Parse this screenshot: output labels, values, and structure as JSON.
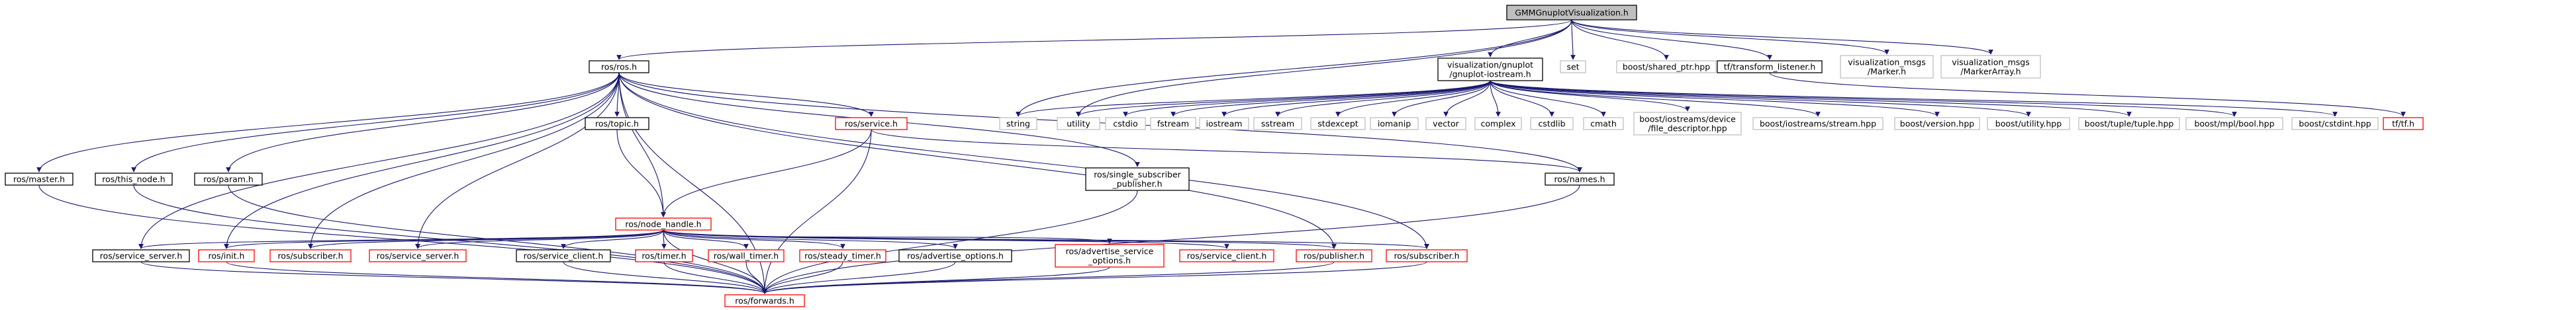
{
  "graph": {
    "nodes": [
      {
        "id": "root",
        "lines": [
          "GMMGnuplotVisualization.h"
        ],
        "status": "root"
      },
      {
        "id": "ros_ros",
        "lines": [
          "ros/ros.h"
        ],
        "status": "normal"
      },
      {
        "id": "gnuplot",
        "lines": [
          "visualization/gnuplot",
          "/gnuplot-iostream.h"
        ],
        "status": "normal"
      },
      {
        "id": "set",
        "lines": [
          "set"
        ],
        "status": "external"
      },
      {
        "id": "boost_shared_ptr",
        "lines": [
          "boost/shared_ptr.hpp"
        ],
        "status": "external"
      },
      {
        "id": "tf_listener",
        "lines": [
          "tf/transform_listener.h"
        ],
        "status": "normal"
      },
      {
        "id": "vis_marker",
        "lines": [
          "visualization_msgs",
          "/Marker.h"
        ],
        "status": "external"
      },
      {
        "id": "vis_markerarray",
        "lines": [
          "visualization_msgs",
          "/MarkerArray.h"
        ],
        "status": "external"
      },
      {
        "id": "ros_topic",
        "lines": [
          "ros/topic.h"
        ],
        "status": "normal"
      },
      {
        "id": "ros_service",
        "lines": [
          "ros/service.h"
        ],
        "status": "missing"
      },
      {
        "id": "string",
        "lines": [
          "string"
        ],
        "status": "external"
      },
      {
        "id": "utility",
        "lines": [
          "utility"
        ],
        "status": "external"
      },
      {
        "id": "cstdio",
        "lines": [
          "cstdio"
        ],
        "status": "external"
      },
      {
        "id": "fstream",
        "lines": [
          "fstream"
        ],
        "status": "external"
      },
      {
        "id": "iostream",
        "lines": [
          "iostream"
        ],
        "status": "external"
      },
      {
        "id": "sstream",
        "lines": [
          "sstream"
        ],
        "status": "external"
      },
      {
        "id": "stdexcept",
        "lines": [
          "stdexcept"
        ],
        "status": "external"
      },
      {
        "id": "iomanip",
        "lines": [
          "iomanip"
        ],
        "status": "external"
      },
      {
        "id": "vector",
        "lines": [
          "vector"
        ],
        "status": "external"
      },
      {
        "id": "complex",
        "lines": [
          "complex"
        ],
        "status": "external"
      },
      {
        "id": "cstdlib",
        "lines": [
          "cstdlib"
        ],
        "status": "external"
      },
      {
        "id": "cmath",
        "lines": [
          "cmath"
        ],
        "status": "external"
      },
      {
        "id": "boost_fd",
        "lines": [
          "boost/iostreams/device",
          "/file_descriptor.hpp"
        ],
        "status": "external"
      },
      {
        "id": "boost_stream",
        "lines": [
          "boost/iostreams/stream.hpp"
        ],
        "status": "external"
      },
      {
        "id": "boost_version",
        "lines": [
          "boost/version.hpp"
        ],
        "status": "external"
      },
      {
        "id": "boost_utility",
        "lines": [
          "boost/utility.hpp"
        ],
        "status": "external"
      },
      {
        "id": "boost_tuple",
        "lines": [
          "boost/tuple/tuple.hpp"
        ],
        "status": "external"
      },
      {
        "id": "boost_mpl_bool",
        "lines": [
          "boost/mpl/bool.hpp"
        ],
        "status": "external"
      },
      {
        "id": "boost_cstdint",
        "lines": [
          "boost/cstdint.hpp"
        ],
        "status": "external"
      },
      {
        "id": "tf_tf",
        "lines": [
          "tf/tf.h"
        ],
        "status": "missing"
      },
      {
        "id": "ros_master",
        "lines": [
          "ros/master.h"
        ],
        "status": "normal"
      },
      {
        "id": "ros_this_node",
        "lines": [
          "ros/this_node.h"
        ],
        "status": "normal"
      },
      {
        "id": "ros_param",
        "lines": [
          "ros/param.h"
        ],
        "status": "normal"
      },
      {
        "id": "ros_single_sub_pub",
        "lines": [
          "ros/single_subscriber",
          "_publisher.h"
        ],
        "status": "normal"
      },
      {
        "id": "ros_names",
        "lines": [
          "ros/names.h"
        ],
        "status": "normal"
      },
      {
        "id": "ros_node_handle",
        "lines": [
          "ros/node_handle.h"
        ],
        "status": "missing"
      },
      {
        "id": "ros_service_server",
        "lines": [
          "ros/service_server.h"
        ],
        "status": "normal"
      },
      {
        "id": "ros_init",
        "lines": [
          "ros/init.h"
        ],
        "status": "missing"
      },
      {
        "id": "ros_subscriber_a",
        "lines": [
          "ros/subscriber.h"
        ],
        "status": "missing"
      },
      {
        "id": "ros_service_server_b",
        "lines": [
          "ros/service_server.h"
        ],
        "status": "missing"
      },
      {
        "id": "ros_service_client",
        "lines": [
          "ros/service_client.h"
        ],
        "status": "normal"
      },
      {
        "id": "ros_timer",
        "lines": [
          "ros/timer.h"
        ],
        "status": "missing"
      },
      {
        "id": "ros_wall_timer",
        "lines": [
          "ros/wall_timer.h"
        ],
        "status": "missing"
      },
      {
        "id": "ros_steady_timer",
        "lines": [
          "ros/steady_timer.h"
        ],
        "status": "missing"
      },
      {
        "id": "ros_advertise_options",
        "lines": [
          "ros/advertise_options.h"
        ],
        "status": "normal"
      },
      {
        "id": "ros_advertise_service_options",
        "lines": [
          "ros/advertise_service",
          "_options.h"
        ],
        "status": "missing"
      },
      {
        "id": "ros_service_client_b",
        "lines": [
          "ros/service_client.h"
        ],
        "status": "missing"
      },
      {
        "id": "ros_publisher",
        "lines": [
          "ros/publisher.h"
        ],
        "status": "missing"
      },
      {
        "id": "ros_subscriber_b",
        "lines": [
          "ros/subscriber.h"
        ],
        "status": "missing"
      },
      {
        "id": "ros_forwards",
        "lines": [
          "ros/forwards.h"
        ],
        "status": "missing"
      }
    ],
    "edges": [
      [
        "root",
        "ros_ros"
      ],
      [
        "root",
        "gnuplot"
      ],
      [
        "root",
        "set"
      ],
      [
        "root",
        "boost_shared_ptr"
      ],
      [
        "root",
        "tf_listener"
      ],
      [
        "root",
        "vis_marker"
      ],
      [
        "root",
        "vis_markerarray"
      ],
      [
        "root",
        "string"
      ],
      [
        "root",
        "utility"
      ],
      [
        "ros_ros",
        "ros_master"
      ],
      [
        "ros_ros",
        "ros_this_node"
      ],
      [
        "ros_ros",
        "ros_param"
      ],
      [
        "ros_ros",
        "ros_topic"
      ],
      [
        "ros_ros",
        "ros_service"
      ],
      [
        "ros_ros",
        "ros_node_handle"
      ],
      [
        "ros_ros",
        "ros_names"
      ],
      [
        "ros_ros",
        "ros_init"
      ],
      [
        "ros_ros",
        "ros_service_server"
      ],
      [
        "ros_ros",
        "ros_subscriber_a"
      ],
      [
        "ros_ros",
        "ros_service_server_b"
      ],
      [
        "ros_ros",
        "ros_subscriber_b"
      ],
      [
        "ros_ros",
        "ros_single_sub_pub"
      ],
      [
        "ros_ros",
        "ros_publisher"
      ],
      [
        "ros_ros",
        "ros_forwards"
      ],
      [
        "gnuplot",
        "string"
      ],
      [
        "gnuplot",
        "utility"
      ],
      [
        "gnuplot",
        "cstdio"
      ],
      [
        "gnuplot",
        "fstream"
      ],
      [
        "gnuplot",
        "iostream"
      ],
      [
        "gnuplot",
        "sstream"
      ],
      [
        "gnuplot",
        "stdexcept"
      ],
      [
        "gnuplot",
        "iomanip"
      ],
      [
        "gnuplot",
        "vector"
      ],
      [
        "gnuplot",
        "complex"
      ],
      [
        "gnuplot",
        "cstdlib"
      ],
      [
        "gnuplot",
        "cmath"
      ],
      [
        "gnuplot",
        "boost_fd"
      ],
      [
        "gnuplot",
        "boost_stream"
      ],
      [
        "gnuplot",
        "boost_version"
      ],
      [
        "gnuplot",
        "boost_utility"
      ],
      [
        "gnuplot",
        "boost_tuple"
      ],
      [
        "gnuplot",
        "boost_mpl_bool"
      ],
      [
        "gnuplot",
        "boost_cstdint"
      ],
      [
        "tf_listener",
        "tf_tf"
      ],
      [
        "ros_topic",
        "ros_node_handle"
      ],
      [
        "ros_service",
        "ros_node_handle"
      ],
      [
        "ros_service",
        "ros_names"
      ],
      [
        "ros_service",
        "ros_forwards"
      ],
      [
        "ros_master",
        "ros_forwards"
      ],
      [
        "ros_this_node",
        "ros_forwards"
      ],
      [
        "ros_param",
        "ros_forwards"
      ],
      [
        "ros_single_sub_pub",
        "ros_forwards"
      ],
      [
        "ros_names",
        "ros_forwards"
      ],
      [
        "ros_node_handle",
        "ros_service_server"
      ],
      [
        "ros_node_handle",
        "ros_init"
      ],
      [
        "ros_node_handle",
        "ros_subscriber_a"
      ],
      [
        "ros_node_handle",
        "ros_service_server_b"
      ],
      [
        "ros_node_handle",
        "ros_service_client"
      ],
      [
        "ros_node_handle",
        "ros_timer"
      ],
      [
        "ros_node_handle",
        "ros_wall_timer"
      ],
      [
        "ros_node_handle",
        "ros_steady_timer"
      ],
      [
        "ros_node_handle",
        "ros_advertise_options"
      ],
      [
        "ros_node_handle",
        "ros_advertise_service_options"
      ],
      [
        "ros_node_handle",
        "ros_service_client_b"
      ],
      [
        "ros_node_handle",
        "ros_publisher"
      ],
      [
        "ros_node_handle",
        "ros_subscriber_b"
      ],
      [
        "ros_node_handle",
        "ros_forwards"
      ],
      [
        "ros_service_server",
        "ros_forwards"
      ],
      [
        "ros_init",
        "ros_forwards"
      ],
      [
        "ros_service_client",
        "ros_forwards"
      ],
      [
        "ros_timer",
        "ros_forwards"
      ],
      [
        "ros_wall_timer",
        "ros_forwards"
      ],
      [
        "ros_steady_timer",
        "ros_forwards"
      ],
      [
        "ros_advertise_options",
        "ros_forwards"
      ],
      [
        "ros_advertise_service_options",
        "ros_forwards"
      ],
      [
        "ros_publisher",
        "ros_forwards"
      ],
      [
        "ros_subscriber_b",
        "ros_forwards"
      ]
    ]
  },
  "colors": {
    "edge": "#191970",
    "edge_external": "#191970",
    "border_normal": "#000000",
    "border_external": "#bfbfbf",
    "border_missing": "#ff0000",
    "root_fill": "#bfbfbf",
    "node_fill": "#ffffff",
    "text": "#000000"
  }
}
